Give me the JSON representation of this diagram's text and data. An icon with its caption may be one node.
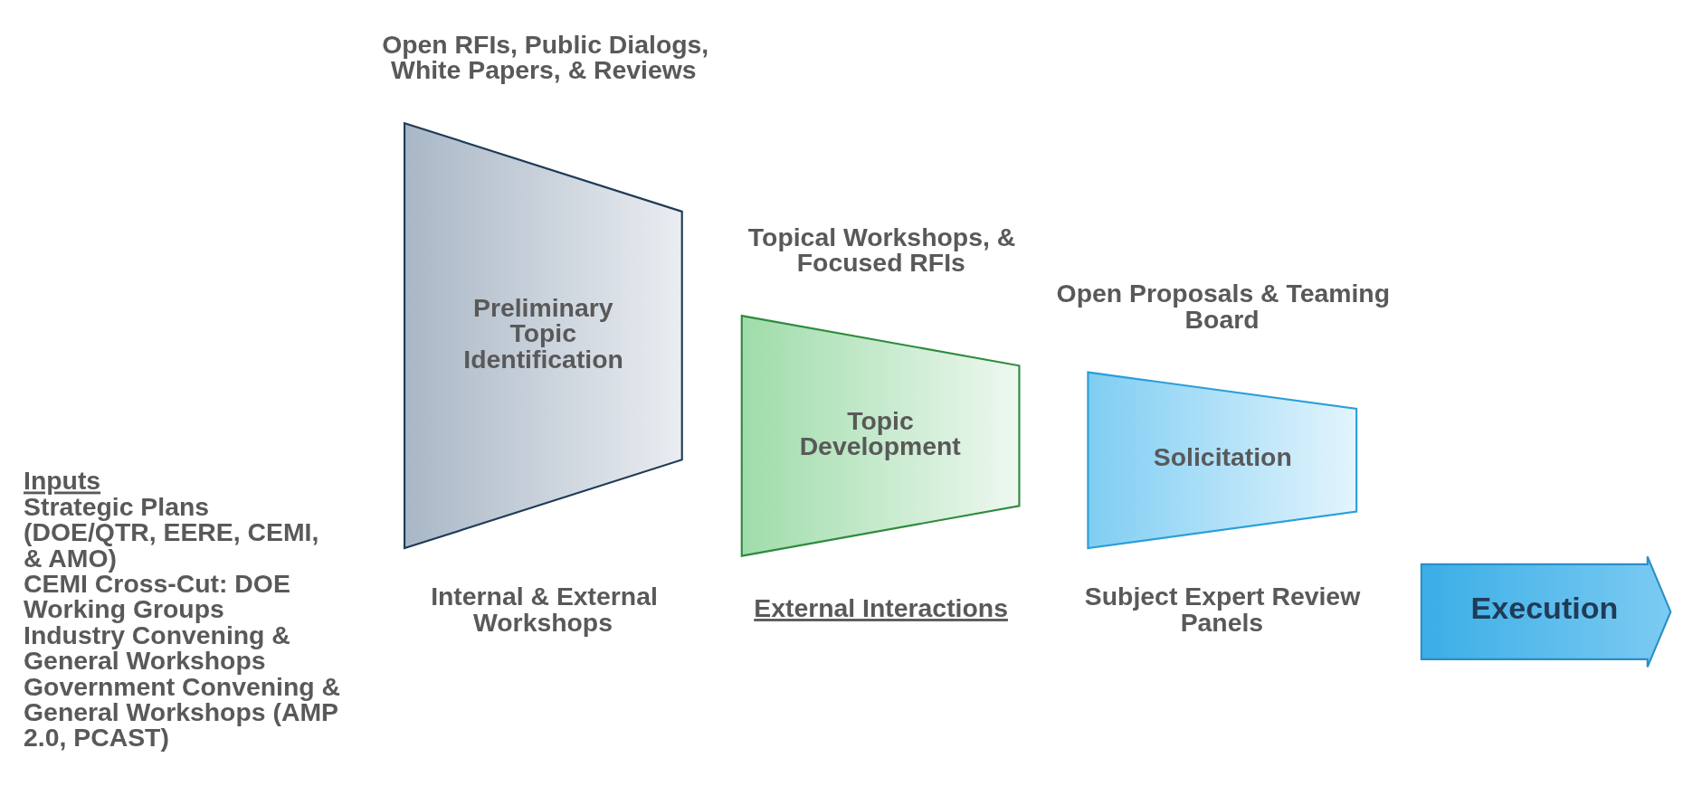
{
  "diagram": {
    "nodes": [
      {
        "text": [
          "Preliminary Topic Identification"
        ],
        "beside": [
          "Open RFIs, Public Dialogs, White Papers, & Reviews",
          "Internal & External Workshops"
        ]
      },
      {
        "text": [
          "Topic Development"
        ],
        "beside": [
          "Topical Workshops, & Focused RFIs"
        ]
      },
      {
        "text": [
          "Solicitation"
        ],
        "beside": [
          "Open Proposals & Teaming Board",
          "Subject Expert Review Panels"
        ]
      },
      {
        "text": [
          "Execution"
        ]
      }
    ],
    "labels": [
      "Inputs",
      "Strategic Plans (DOE/QTR, EERE, CEMI, & AMO)",
      "CEMI Cross-Cut: DOE Working Groups",
      "Industry Convening & General Workshops",
      "Government Convening & General Workshops (AMP 2.0, PCAST)",
      "External Interactions"
    ]
  }
}
